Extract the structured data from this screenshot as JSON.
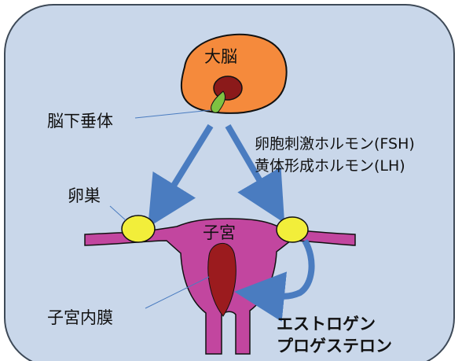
{
  "labels": {
    "brain": "大脳",
    "pituitary": "脳下垂体",
    "fsh": "卵胞刺激ホルモン(FSH)",
    "lh": "黄体形成ホルモン(LH)",
    "ovary": "卵巣",
    "uterus": "子宮",
    "endometrium": "子宮内膜",
    "estrogen": "エストロゲン",
    "progesterone": "プロゲステロン"
  },
  "colors": {
    "background": "#c9d7ea",
    "border": "#5a6b7e",
    "brain": "#f58a3c",
    "pituitary_body": "#8b1a1a",
    "pituitary_stalk": "#7ec242",
    "arrow": "#4a7cc0",
    "ovary": "#f2ee3a",
    "uterus": "#c2469f",
    "endometrium": "#9b1b1e"
  }
}
